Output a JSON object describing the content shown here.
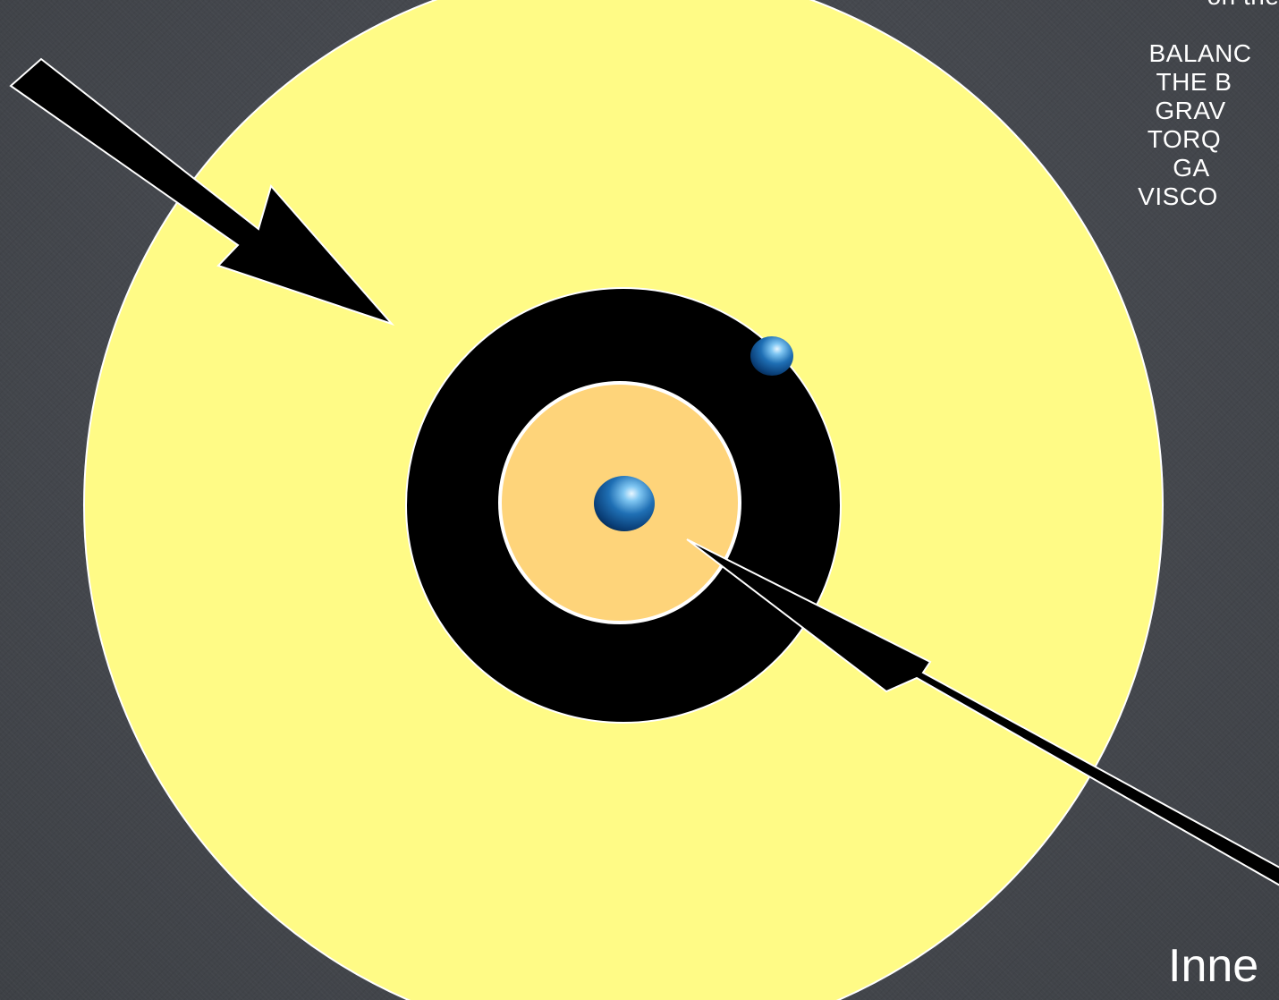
{
  "colors": {
    "background": "#43464c",
    "outer_disk": "#fffb86",
    "dark_ring": "#000000",
    "inner_region": "#fed47a",
    "planet": "#1f6fb4",
    "arrow": "#000000",
    "text": "#ffffff"
  },
  "side_text": {
    "line_1": "on the",
    "line_2": "BALANC",
    "line_3": "THE B",
    "line_4": "GRAV",
    "line_5": "TORQ",
    "line_6": "GA",
    "line_7": "VISCO"
  },
  "bottom_label": "Inne"
}
